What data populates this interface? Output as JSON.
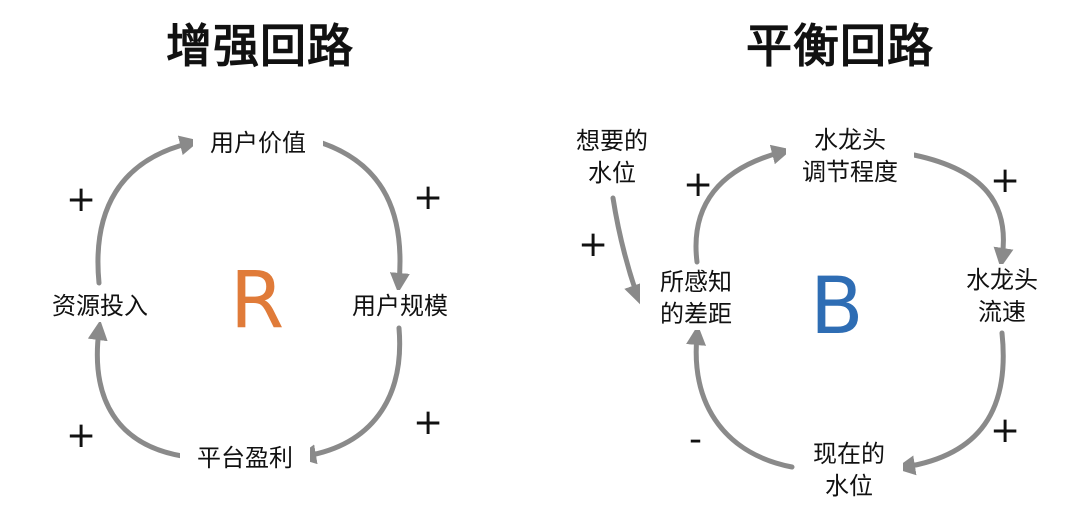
{
  "left": {
    "title": "增强回路",
    "center_letter": "R",
    "center_color": "#E07B39",
    "nodes": {
      "top": "用户价值",
      "right": "用户规模",
      "bottom": "平台盈利",
      "left": "资源投入"
    },
    "signs": {
      "top_left": "+",
      "top_right": "+",
      "bottom_right": "+",
      "bottom_left": "+"
    }
  },
  "right": {
    "title": "平衡回路",
    "center_letter": "B",
    "center_color": "#2E6DB4",
    "nodes": {
      "goal_line1": "想要的",
      "goal_line2": "水位",
      "top_line1": "水龙头",
      "top_line2": "调节程度",
      "right_line1": "水龙头",
      "right_line2": "流速",
      "bottom_line1": "现在的",
      "bottom_line2": "水位",
      "left_line1": "所感知",
      "left_line2": "的差距"
    },
    "signs": {
      "goal": "+",
      "top_left": "+",
      "top_right": "+",
      "bottom_right": "+",
      "bottom_left": "-"
    }
  },
  "arrow_color": "#8A8A8A"
}
